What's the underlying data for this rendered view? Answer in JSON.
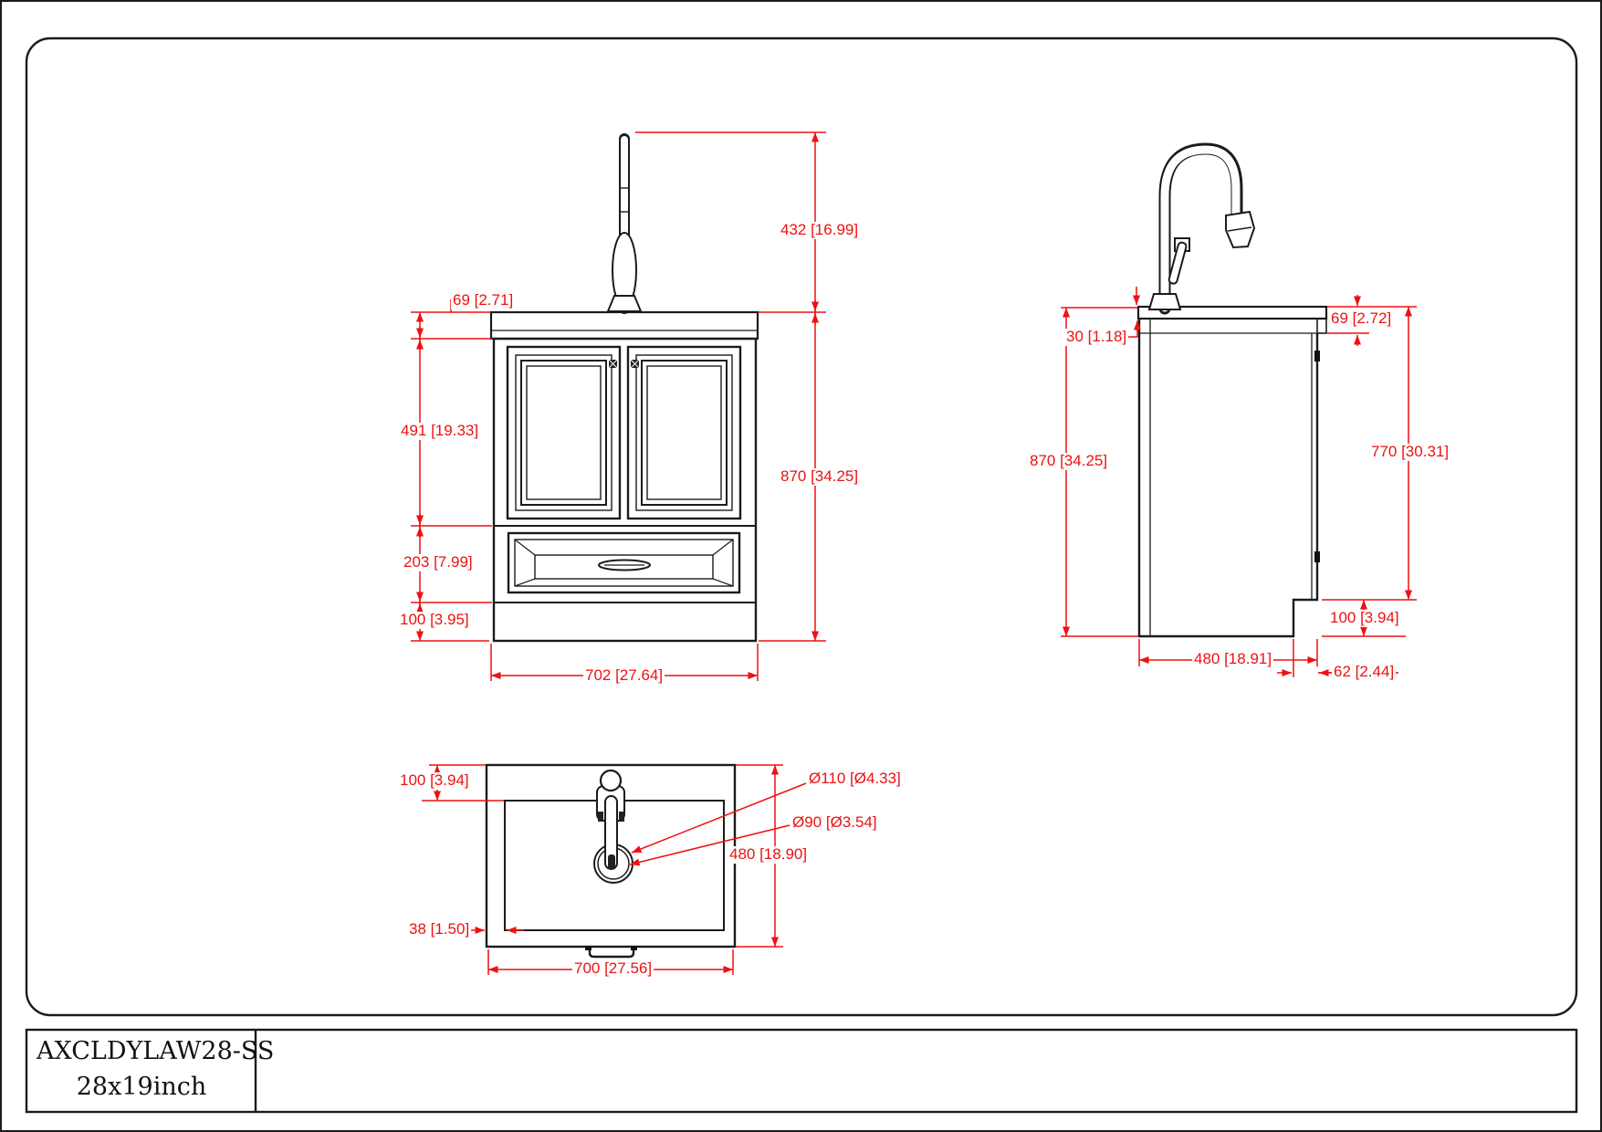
{
  "colors": {
    "dimension_red": "#ed1111",
    "line_black": "#1b1b1b",
    "background": "#ffffff"
  },
  "title_block": {
    "model": "AXCLDYLAW28-SS",
    "size": "28x19inch"
  },
  "views": {
    "front": {
      "dims": {
        "faucet_height": "432 [16.99]",
        "counter_height": "69 [2.71]",
        "door_section": "491 [19.33]",
        "drawer_section": "203 [7.99]",
        "base_height": "100 [3.95]",
        "overall_height": "870 [34.25]",
        "overall_width": "702 [27.64]"
      }
    },
    "side": {
      "dims": {
        "counter_slab": "30 [1.18]",
        "counter_height": "69 [2.72]",
        "overall_height": "870 [34.25]",
        "door_height": "770 [30.31]",
        "base_height": "100 [3.94]",
        "depth": "480 [18.91]",
        "back_recess": "62 [2.44]"
      }
    },
    "top": {
      "dims": {
        "rim_front": "100 [3.94]",
        "faucet_hole": "Ø110 [Ø4.33]",
        "drain_hole": "Ø90 [Ø3.54]",
        "depth": "480 [18.90]",
        "rim_side": "38 [1.50]",
        "width": "700 [27.56]"
      }
    }
  }
}
